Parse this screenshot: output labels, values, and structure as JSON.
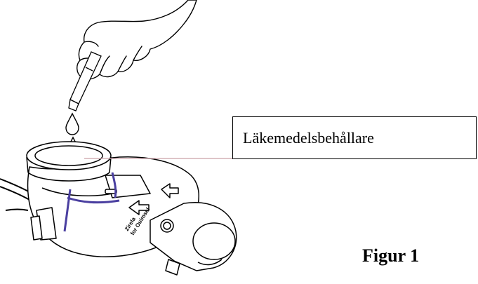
{
  "callout": {
    "label": "Läkemedelsbehållare"
  },
  "device": {
    "label_line1": "Zirela",
    "label_line2": "for Ouimsel"
  },
  "caption": {
    "text": "Figur 1"
  },
  "colors": {
    "leader_line": "#c9a0a8",
    "accent_band": "#4a3fa0",
    "outline": "#000000"
  }
}
